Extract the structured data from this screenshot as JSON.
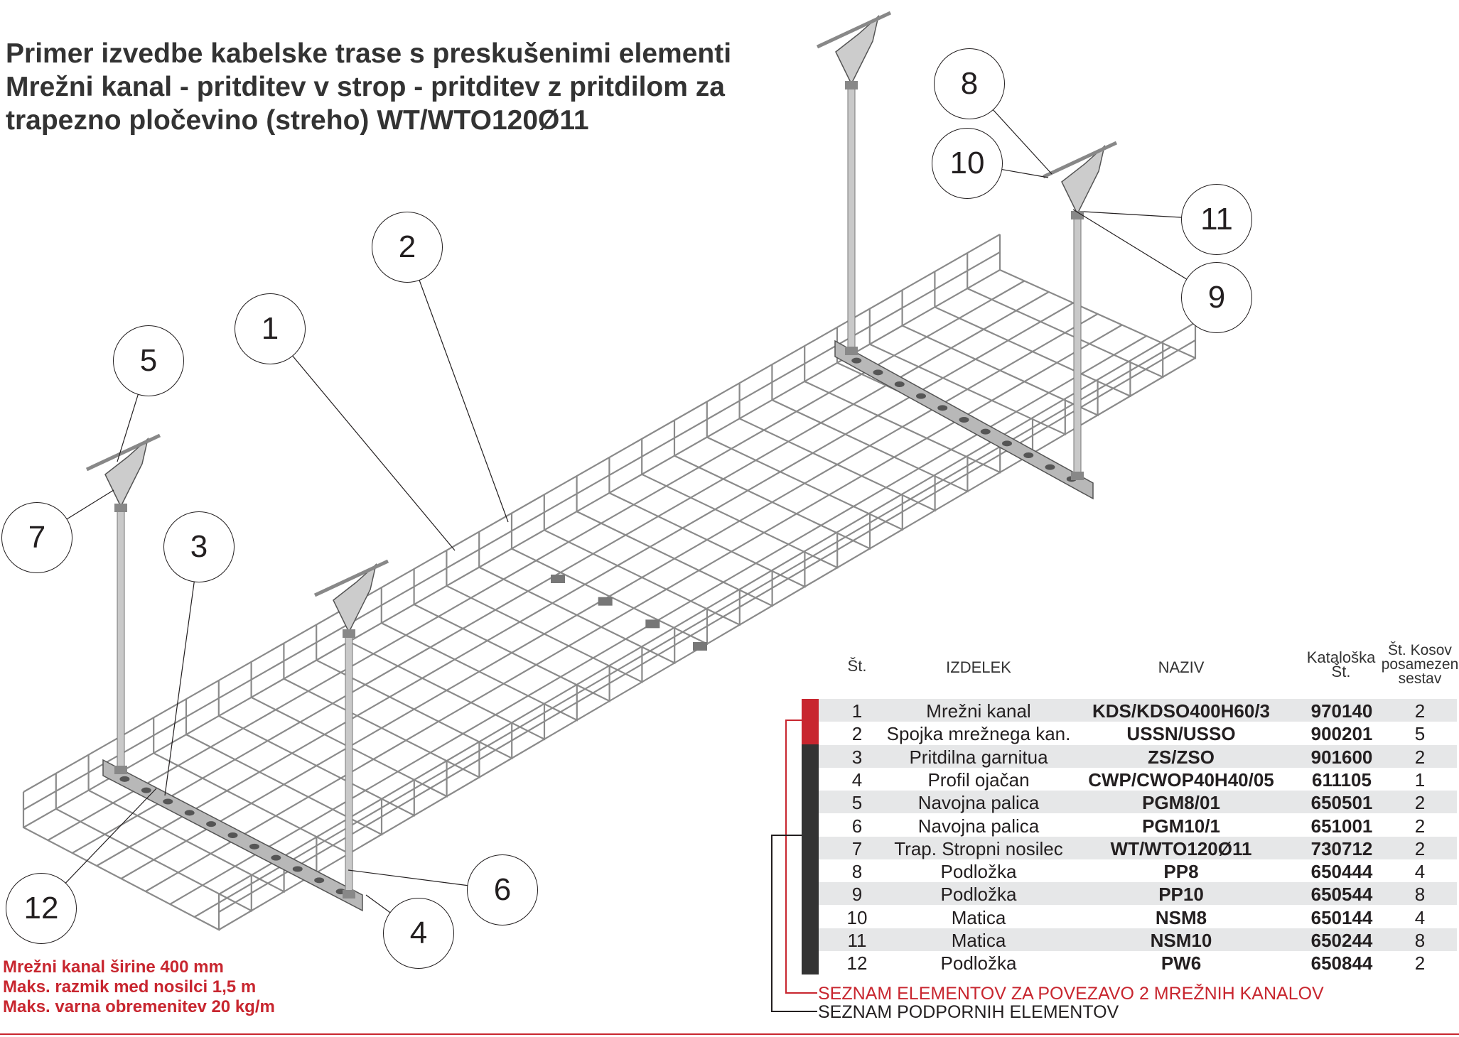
{
  "title": {
    "lines": [
      "Primer izvedbe kabelske trase s preskušenimi elementi",
      "Mrežni kanal - pritditev v strop - pritditev z pritdilom za",
      "trapezno pločevino (streho) WT/WTO120Ø11"
    ]
  },
  "callouts": [
    "1",
    "2",
    "3",
    "4",
    "5",
    "6",
    "7",
    "8",
    "9",
    "10",
    "11",
    "12"
  ],
  "notes": [
    "Mrežni kanal širine 400 mm",
    "Maks. razmik med nosilci 1,5 m",
    "Maks. varna obremenitev 20 kg/m"
  ],
  "table": {
    "headers": {
      "no": "Št.",
      "product": "IZDELEK",
      "name": "NAZIV",
      "catalog": [
        "Kataloška",
        "Št."
      ],
      "qty": [
        "Št. Kosov",
        "posamezen",
        "sestav"
      ]
    },
    "rows": [
      {
        "no": "1",
        "product": "Mrežni kanal",
        "name": "KDS/KDSO400H60/3",
        "catalog": "970140",
        "qty": "2"
      },
      {
        "no": "2",
        "product": "Spojka mrežnega kan.",
        "name": "USSN/USSO",
        "catalog": "900201",
        "qty": "5"
      },
      {
        "no": "3",
        "product": "Pritdilna garnitua",
        "name": "ZS/ZSO",
        "catalog": "901600",
        "qty": "2"
      },
      {
        "no": "4",
        "product": "Profil ojačan",
        "name": "CWP/CWOP40H40/05",
        "catalog": "611105",
        "qty": "1"
      },
      {
        "no": "5",
        "product": "Navojna palica",
        "name": "PGM8/01",
        "catalog": "650501",
        "qty": "2"
      },
      {
        "no": "6",
        "product": "Navojna palica",
        "name": "PGM10/1",
        "catalog": "651001",
        "qty": "2"
      },
      {
        "no": "7",
        "product": "Trap. Stropni nosilec",
        "name": "WT/WTO120Ø11",
        "catalog": "730712",
        "qty": "2"
      },
      {
        "no": "8",
        "product": "Podložka",
        "name": "PP8",
        "catalog": "650444",
        "qty": "4"
      },
      {
        "no": "9",
        "product": "Podložka",
        "name": "PP10",
        "catalog": "650544",
        "qty": "8"
      },
      {
        "no": "10",
        "product": "Matica",
        "name": "NSM8",
        "catalog": "650144",
        "qty": "4"
      },
      {
        "no": "11",
        "product": "Matica",
        "name": "NSM10",
        "catalog": "650244",
        "qty": "8"
      },
      {
        "no": "12",
        "product": "Podložka",
        "name": "PW6",
        "catalog": "650844",
        "qty": "2"
      }
    ],
    "legend": {
      "connection": "SEZNAM ELEMENTOV ZA POVEZAVO 2 MREŽNIH KANALOV",
      "support": "SEZNAM PODPORNIH ELEMENTOV"
    }
  },
  "colors": {
    "accent_red": "#c8262f",
    "dark_bar": "#333333",
    "row_shade": "#e6e7e8"
  }
}
